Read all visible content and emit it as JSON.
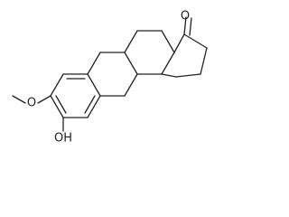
{
  "structure": {
    "atom_labels": {
      "ketone_oxygen": "O",
      "methoxy_oxygen": "O",
      "hydroxyl": "OH"
    }
  },
  "colors": {
    "bond": "#222222",
    "label": "#222222",
    "background": "#ffffff"
  }
}
